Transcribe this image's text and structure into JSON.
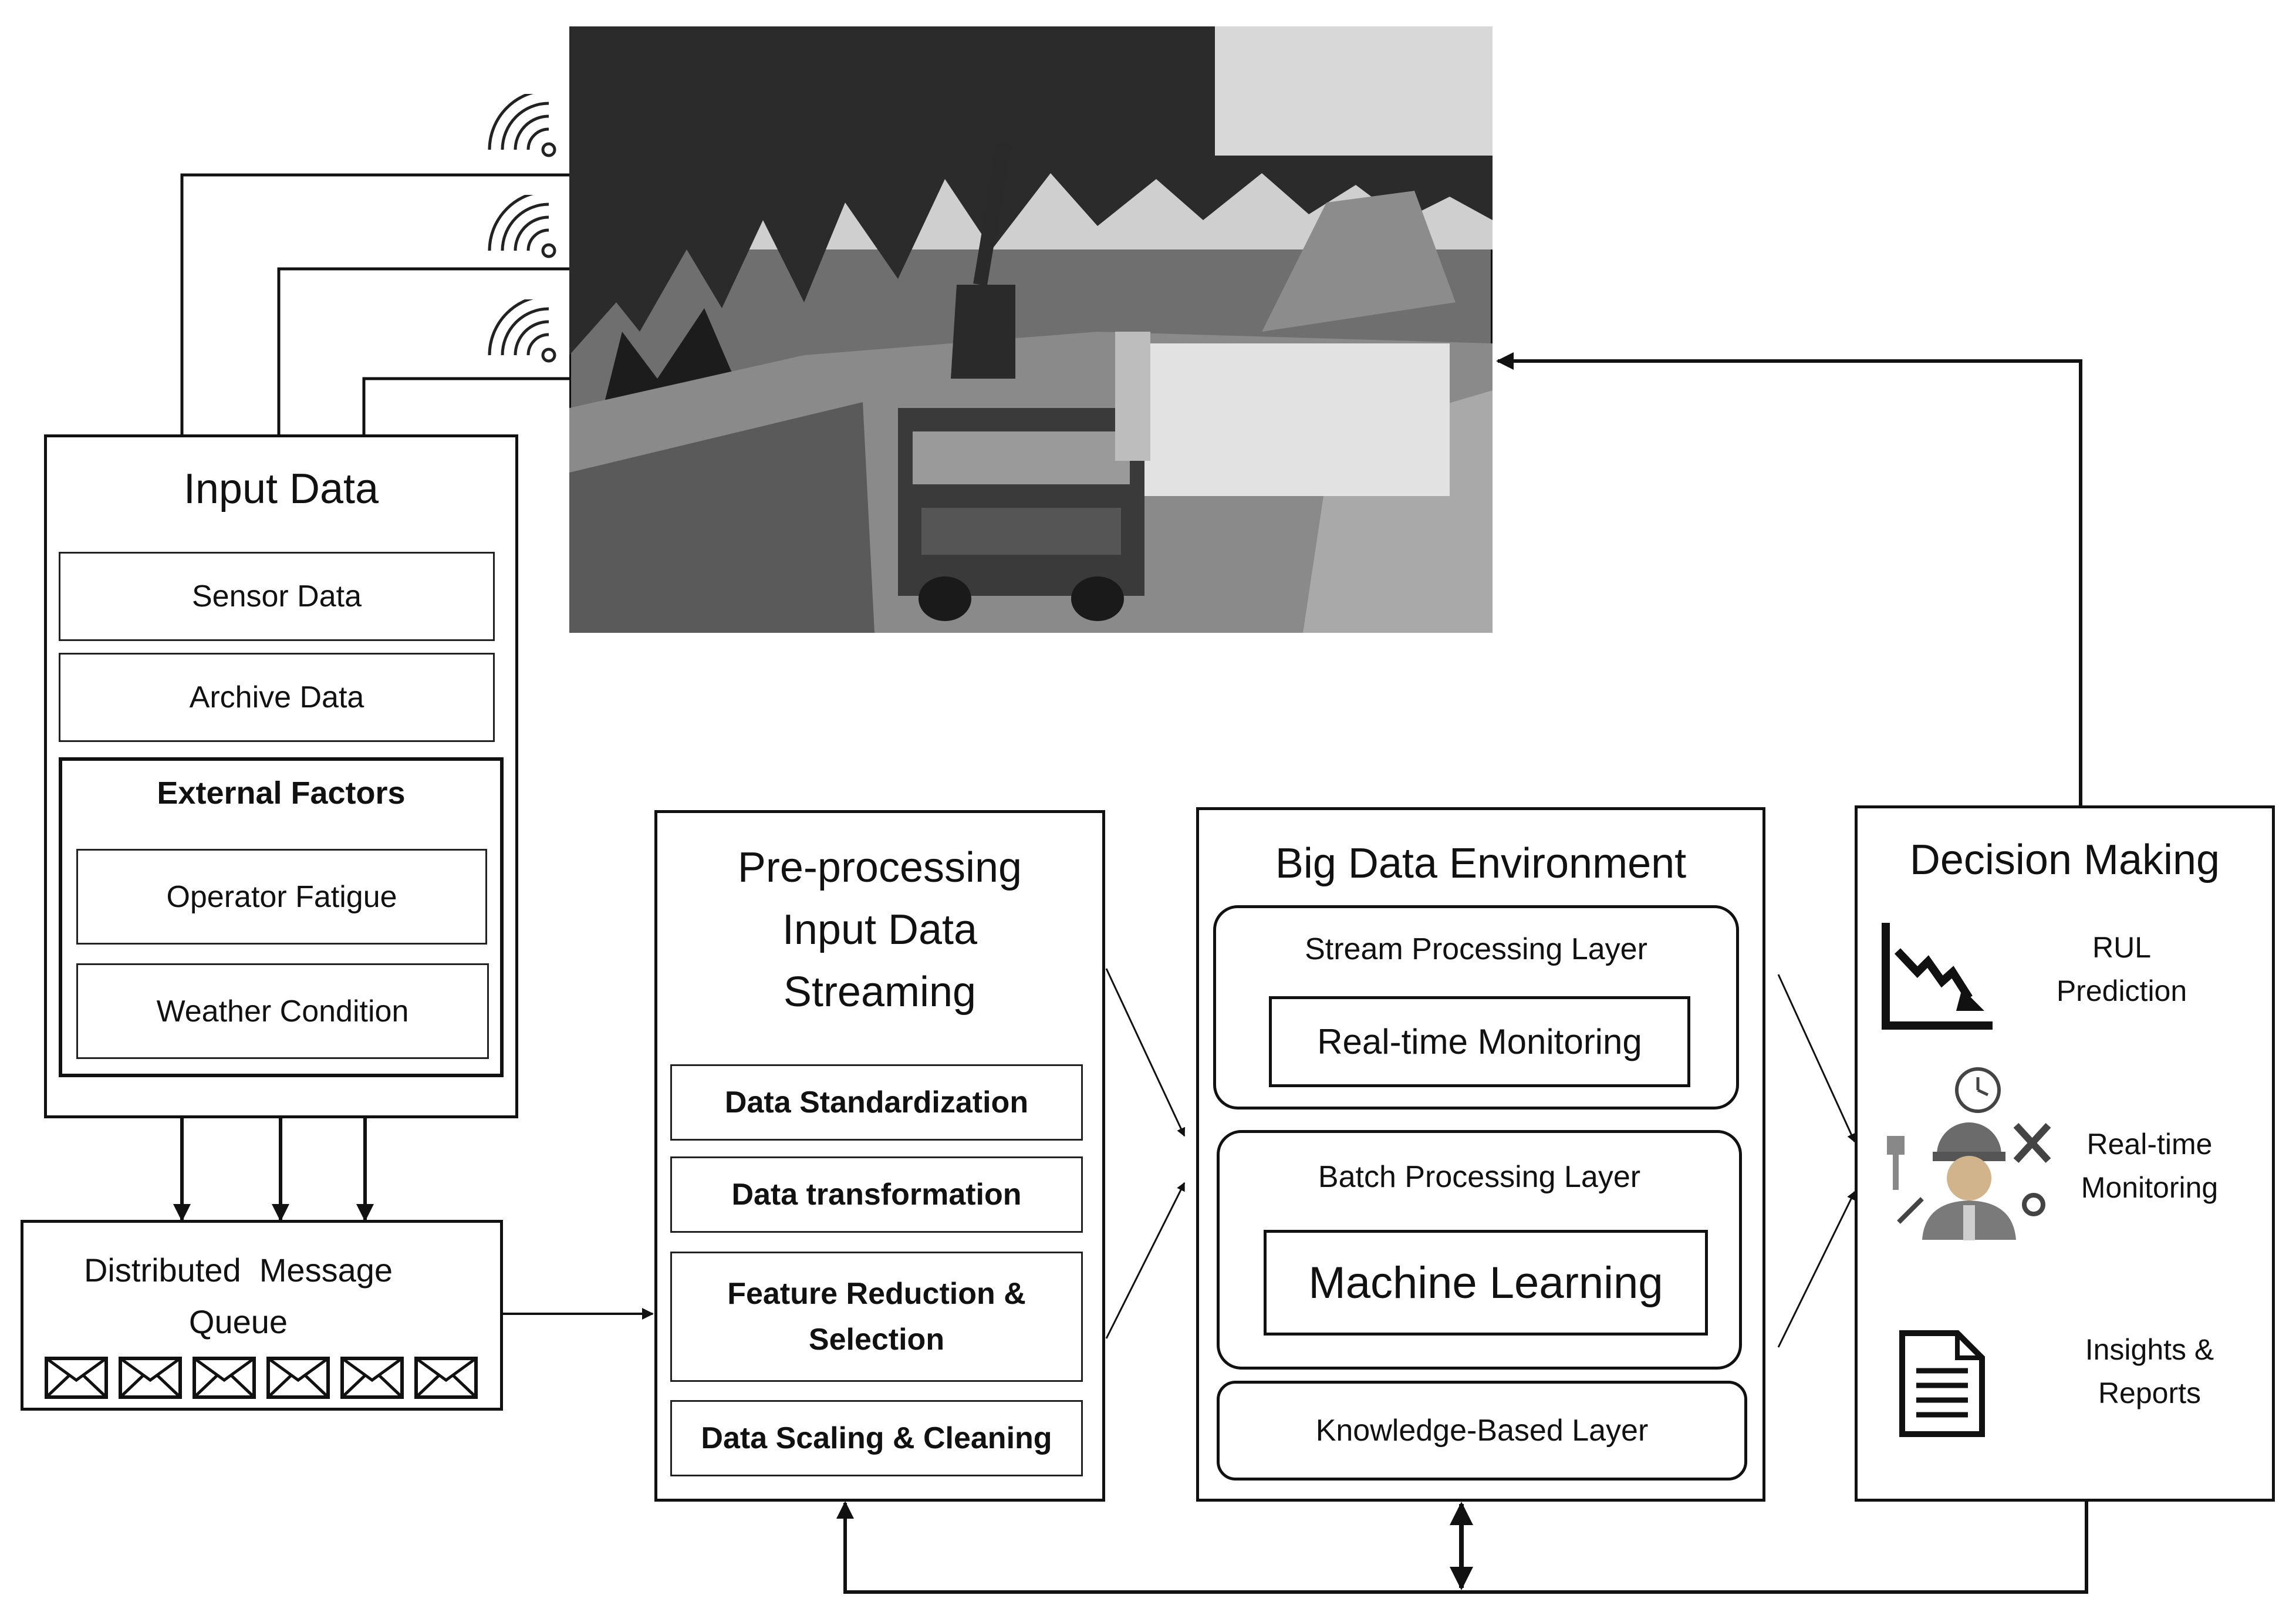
{
  "input_data": {
    "title": "Input Data",
    "sensor": "Sensor Data",
    "archive": "Archive Data",
    "external": {
      "title": "External Factors",
      "fatigue": "Operator Fatigue",
      "weather": "Weather Condition"
    }
  },
  "queue": {
    "line1": "Distributed  Message",
    "line2": "Queue"
  },
  "preprocessing": {
    "title_lines": [
      "Pre-processing",
      "Input Data",
      "Streaming"
    ],
    "steps": [
      "Data Standardization",
      "Data transformation",
      "Feature Reduction &",
      "Selection",
      "Data Scaling & Cleaning"
    ]
  },
  "big_data": {
    "title": "Big Data Environment",
    "stream_layer": "Stream Processing Layer",
    "stream_item": "Real-time Monitoring",
    "batch_layer": "Batch Processing Layer",
    "batch_item": "Machine Learning",
    "knowledge_layer": "Knowledge-Based Layer"
  },
  "decision": {
    "title": "Decision Making",
    "rul": [
      "RUL",
      "Prediction"
    ],
    "monitoring": [
      "Real-time",
      "Monitoring"
    ],
    "reports": [
      "Insights &",
      "Reports"
    ]
  },
  "icons": [
    "wifi-icon",
    "envelope-icon",
    "declining-chart-icon",
    "technician-icon",
    "document-icon"
  ]
}
